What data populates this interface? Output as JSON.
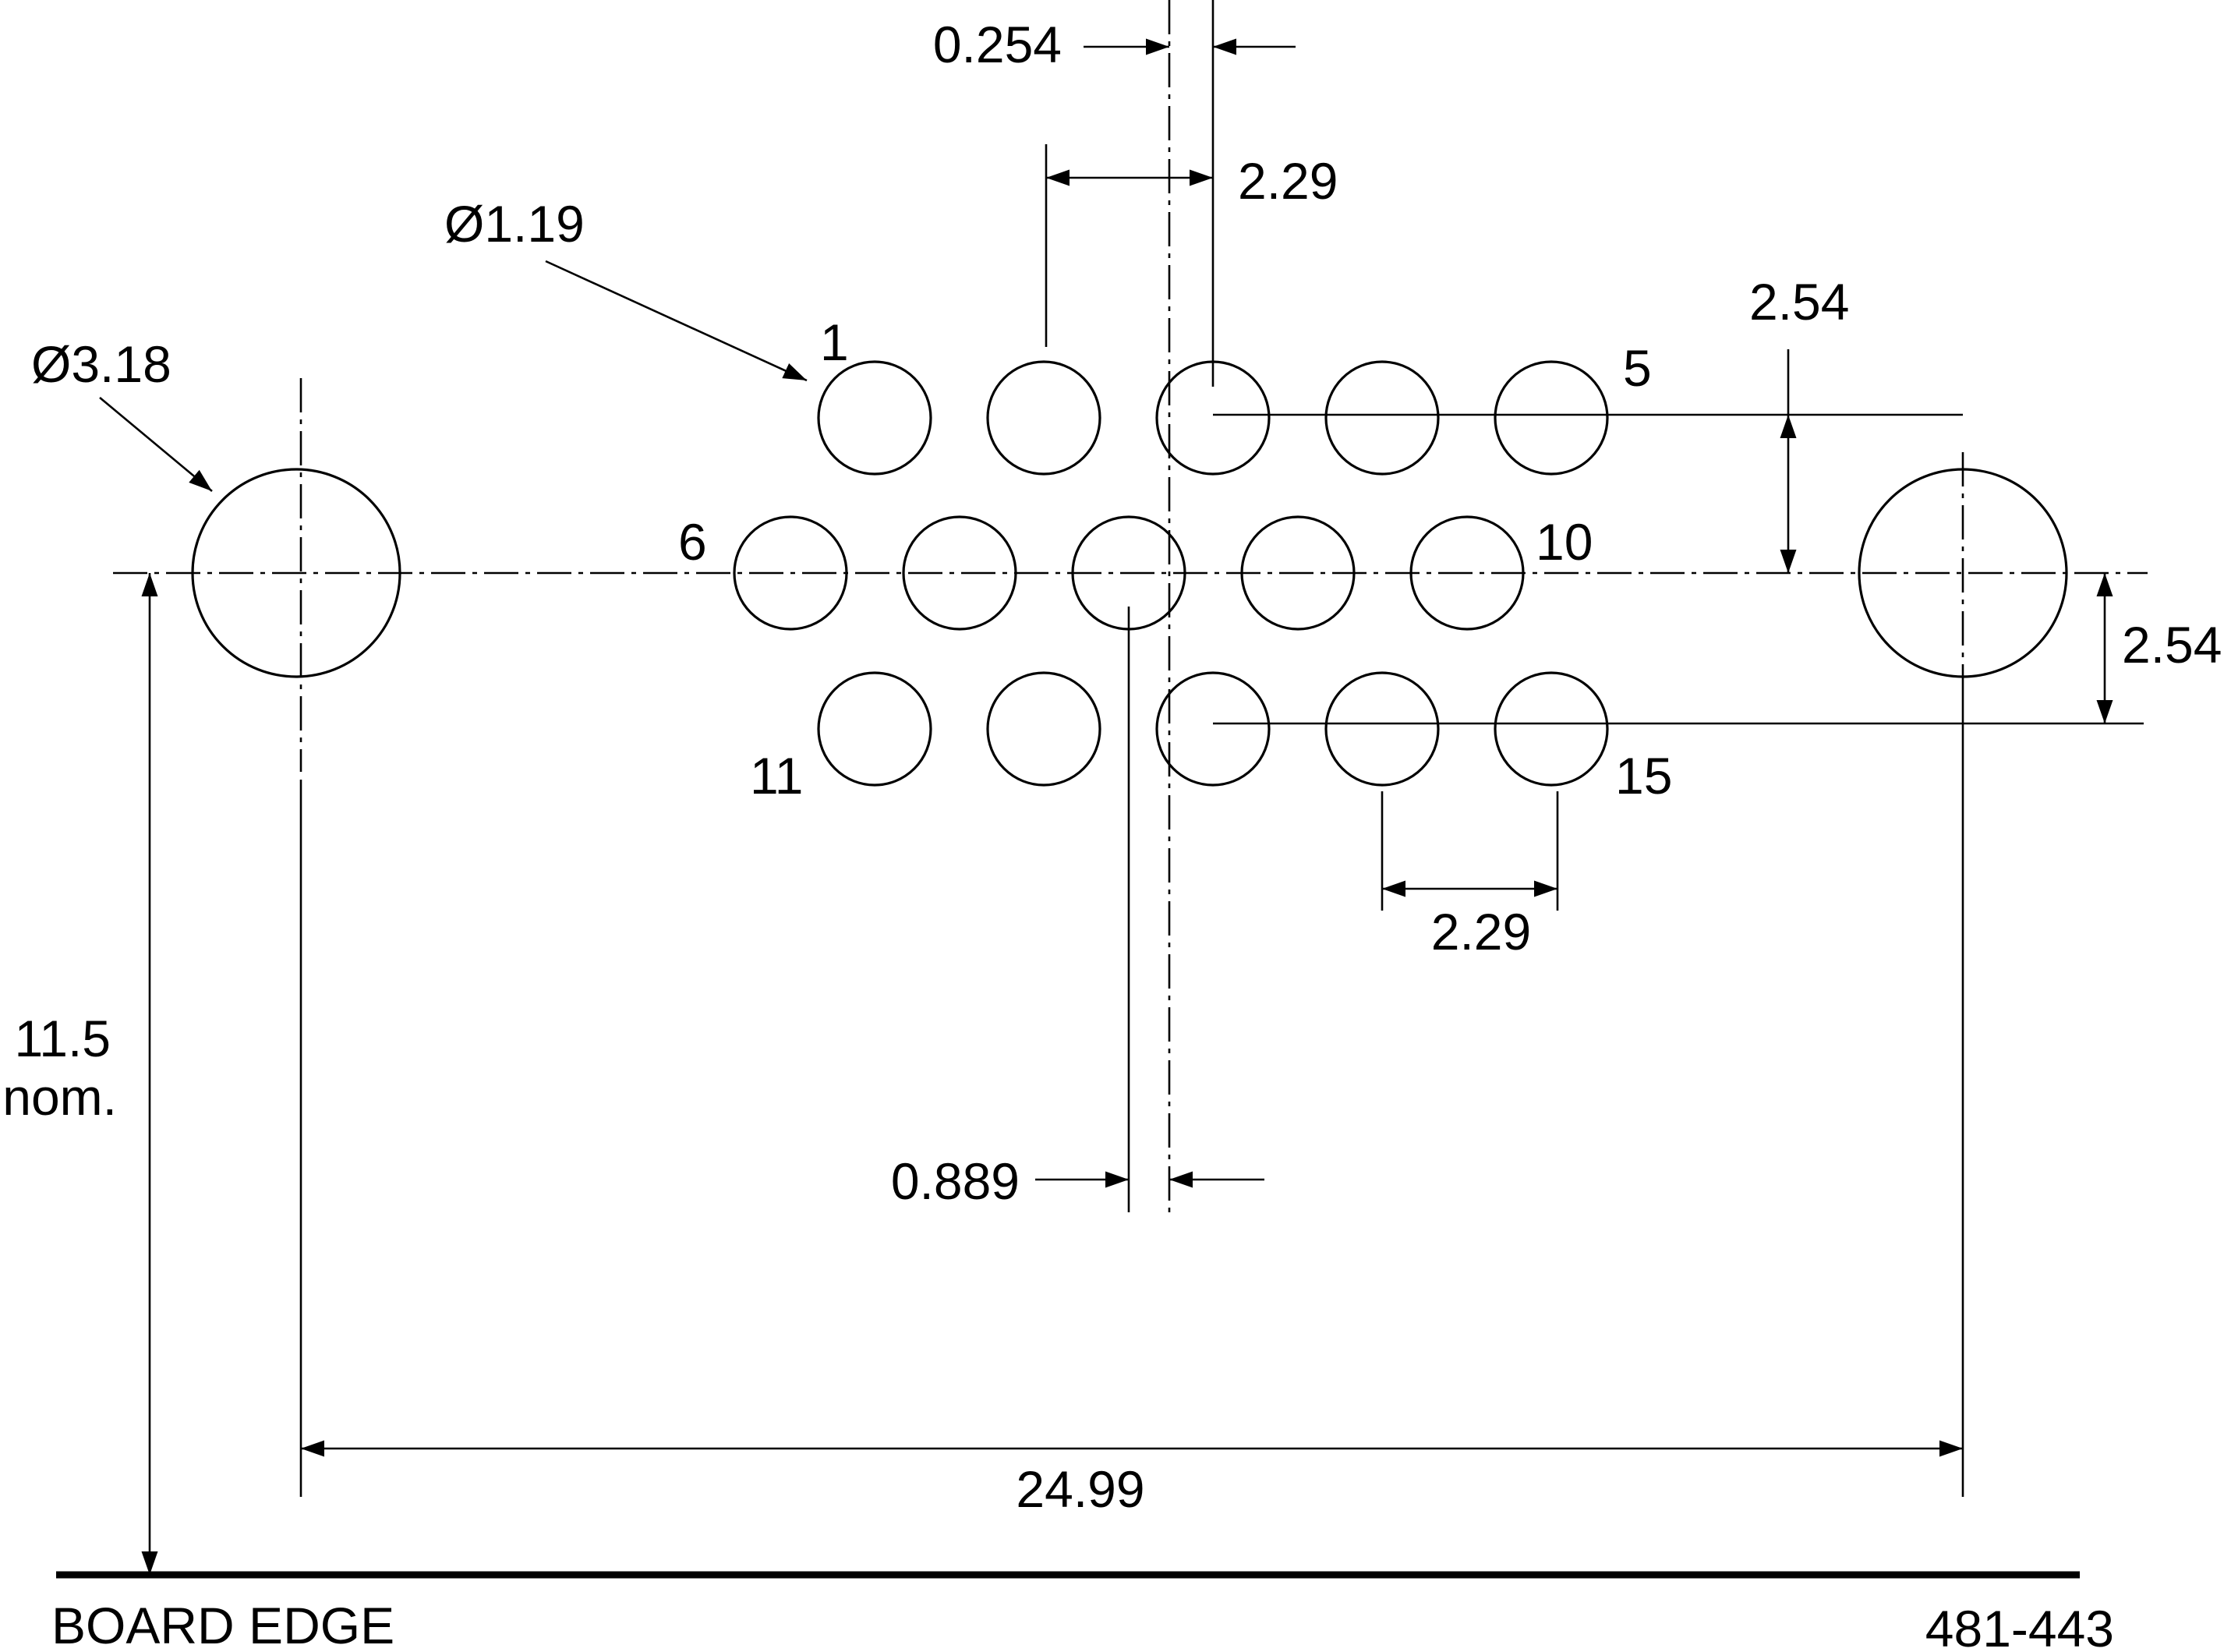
{
  "labels": {
    "pitch_offset": "0.254",
    "pitch_top": "2.29",
    "pin_hole_dia": "Ø1.19",
    "mount_hole_dia": "Ø3.18",
    "row_spacing_top": "2.54",
    "row_spacing_bottom": "2.54",
    "pitch_bottom": "2.29",
    "distance_to_edge_value": "11.5",
    "distance_to_edge_note": "nom.",
    "center_offset": "0.889",
    "mount_spacing": "24.99",
    "board_edge": "BOARD EDGE",
    "figure_code": "481-443"
  },
  "pins": {
    "pin_1": "1",
    "pin_5": "5",
    "pin_6": "6",
    "pin_10": "10",
    "pin_11": "11",
    "pin_15": "15"
  }
}
